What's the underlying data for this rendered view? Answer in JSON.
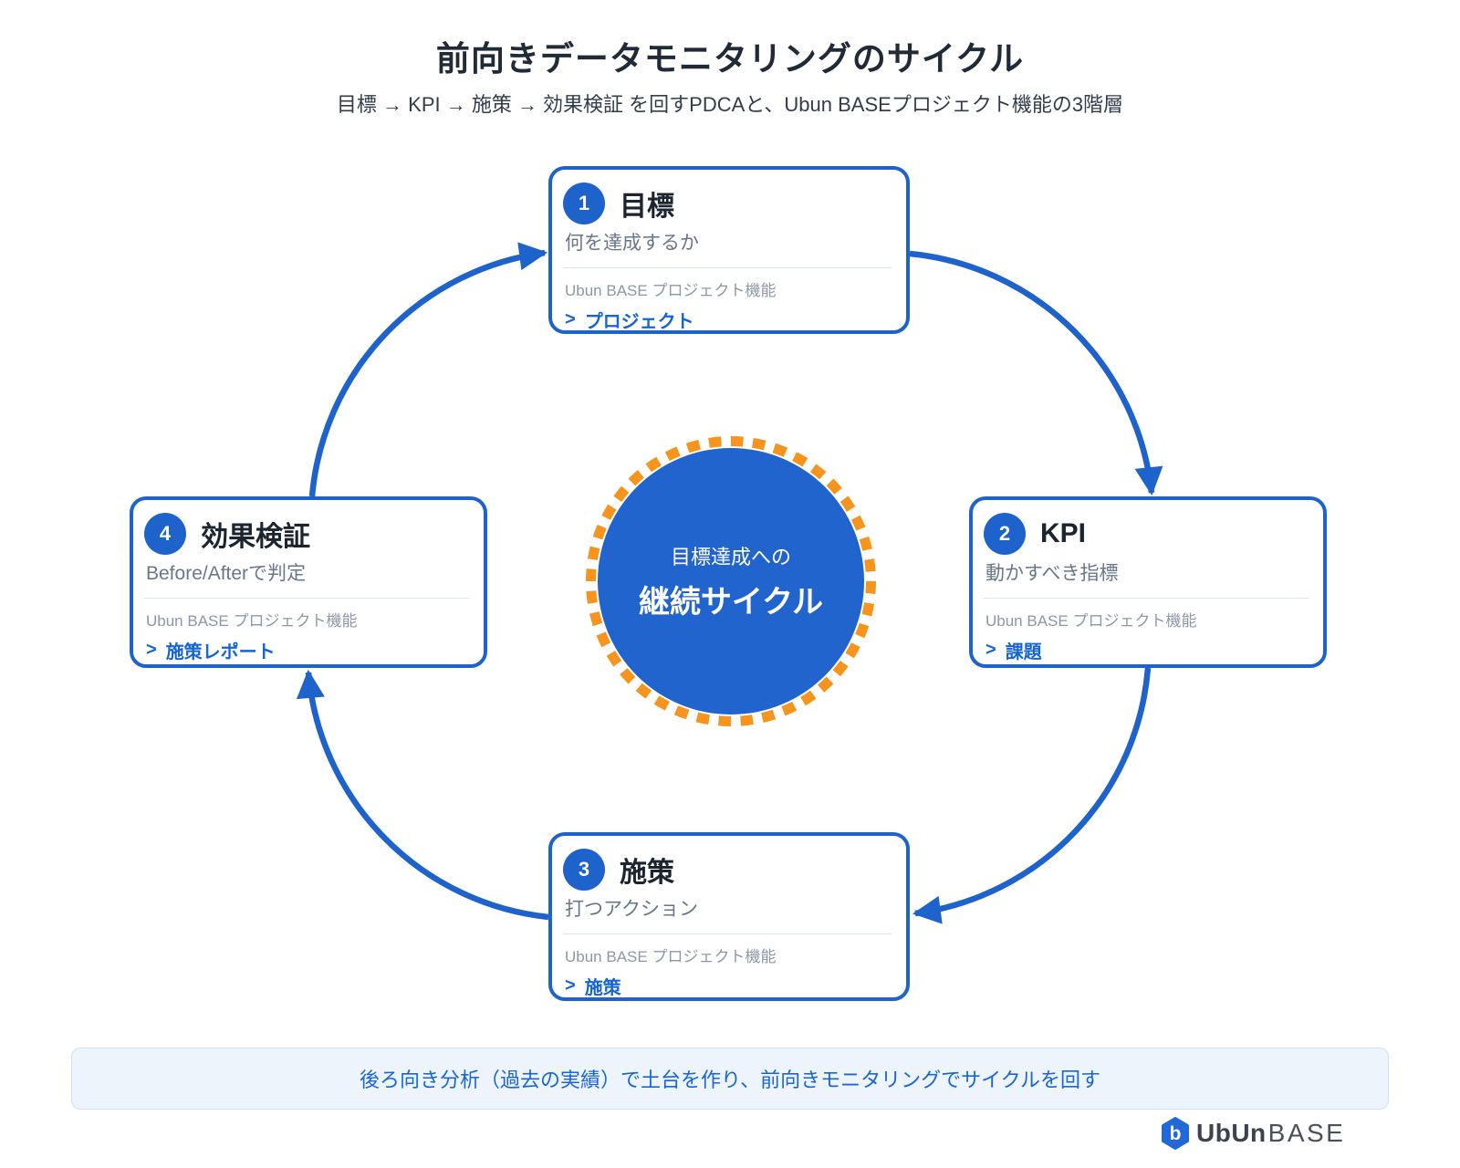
{
  "header": {
    "title": "前向きデータモニタリングのサイクル",
    "subtitle": "目標 → KPI → 施策 → 効果検証 を回すPDCAと、Ubun BASEプロジェクト機能の3階層"
  },
  "cards": [
    {
      "number": "1",
      "title": "目標",
      "description": "何を達成するか",
      "feature_label": "Ubun BASE プロジェクト機能",
      "link_prefix": ">",
      "link_label": "プロジェクト"
    },
    {
      "number": "2",
      "title": "KPI",
      "description": "動かすべき指標",
      "feature_label": "Ubun BASE プロジェクト機能",
      "link_prefix": ">",
      "link_label": "課題"
    },
    {
      "number": "3",
      "title": "施策",
      "description": "打つアクション",
      "feature_label": "Ubun BASE プロジェクト機能",
      "link_prefix": ">",
      "link_label": "施策"
    },
    {
      "number": "4",
      "title": "効果検証",
      "description": "Before/Afterで判定",
      "feature_label": "Ubun BASE プロジェクト機能",
      "link_prefix": ">",
      "link_label": "施策レポート"
    }
  ],
  "center_circle": {
    "line1": "目標達成への",
    "line2": "継続サイクル"
  },
  "footer_note": "後ろ向き分析（過去の実績）で土台を作り、前向きモニタリングでサイクルを回す",
  "logo": {
    "icon_letter": "b",
    "name_bold": "UbUn",
    "name_light": "BASE"
  },
  "colors": {
    "primary_blue": "#1e62cc",
    "link_blue": "#1565d4",
    "accent_orange": "#f6941d",
    "circle_fill": "#2164cd",
    "note_bg": "#eef4fc",
    "title_dark": "#212b38"
  }
}
